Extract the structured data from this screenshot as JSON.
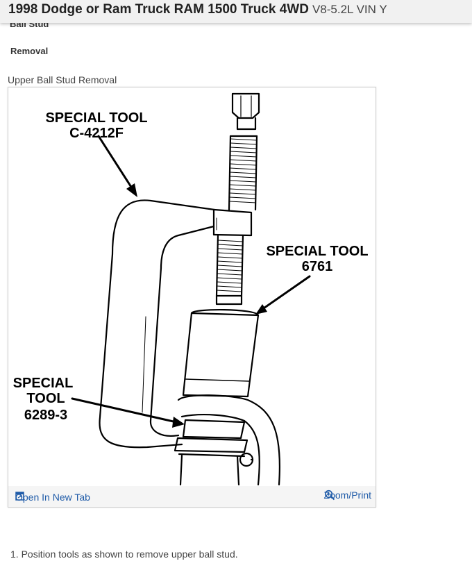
{
  "header": {
    "title": "1998 Dodge or Ram Truck RAM 1500 Truck 4WD",
    "subtitle": "V8-5.2L VIN Y"
  },
  "section": {
    "cut_heading": "Ball Stud",
    "heading": "Removal"
  },
  "figure": {
    "caption": "Upper Ball Stud Removal",
    "labels": {
      "tool1_line1": "SPECIAL TOOL",
      "tool1_line2": "C-4212F",
      "tool2_line1": "SPECIAL TOOL",
      "tool2_line2": "6761",
      "tool3_line1": "SPECIAL",
      "tool3_line2": "TOOL",
      "tool3_line3": "6289-3"
    },
    "open_tab_label": "Open In New Tab",
    "zoom_label": "Zoom/Print",
    "link_color": "#1f5ba8"
  },
  "steps": [
    "1. Position tools as shown to remove upper ball stud."
  ]
}
